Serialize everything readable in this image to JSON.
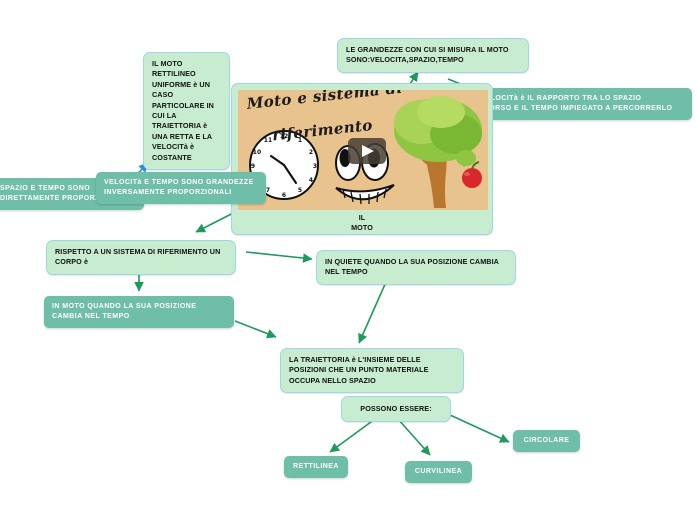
{
  "diagram": {
    "title": "Moto e sistema di riferimento",
    "colors": {
      "green_fill": "#c8eccf",
      "green_border": "#9fd6e8",
      "teal_fill": "#6fbfa8",
      "arrow_green": "#1e9a5a",
      "arrow_blue": "#2e8fd6",
      "thumb_background": "#e8c38d",
      "page_background": "#ffffff"
    }
  },
  "nodes": {
    "rettilineo_uniforme": "IL MOTO RETTILINEO UNIFORME è UN CASO PARTICOLARE IN CUI LA TRAIETTORIA è UNA RETTA E LA VELOCITà è COSTANTE",
    "grandezze": "LE GRANDEZZE CON CUI SI MISURA IL MOTO SONO:VELOCITA,SPAZIO,TEMPO",
    "velocita_rapporto": "LA VELOCITà è IL RAPPORTO TRA LO SPAZIO PERCORSO E IL TEMPO IMPIEGATO A PERCORRERLO",
    "spazio_tempo_diretta": "SPAZIO E TEMPO SONO DIRETTAMENTE PROPORZIONALI",
    "velocita_tempo_inversa": "VELOCITà E TEMPO SONO GRANDEZZE INVERSAMENTE PROPORZIONALI",
    "centro_label": "IL\nMOTO",
    "in_quiete": "IN QUIETE QUANDO LA SUA POSIZIONE CAMBIA NEL TEMPO",
    "rispetto": "RISPETTO A UN SISTEMA DI RIFERIMENTO UN CORPO è",
    "in_moto": "IN MOTO QUANDO LA SUA POSIZIONE CAMBIA NEL TEMPO",
    "traiettoria": "LA TRAIETTORIA è L'INSIEME DELLE POSIZIONI CHE UN PUNTO MATERIALE OCCUPA NELLO SPAZIO",
    "possono_essere": "POSSONO ESSERE:",
    "rettilinea": "RETTILINEA",
    "curvilinea": "CURVILINEA",
    "circolare": "CIRCOLARE"
  },
  "thumbnail": {
    "title_line1": "Moto e sistema di",
    "title_line2": "riferimento",
    "clock_numbers": [
      "12",
      "1",
      "2",
      "3",
      "4",
      "5",
      "6",
      "7",
      "8",
      "9",
      "10",
      "11"
    ],
    "play_icon": "play-triangle-icon"
  }
}
